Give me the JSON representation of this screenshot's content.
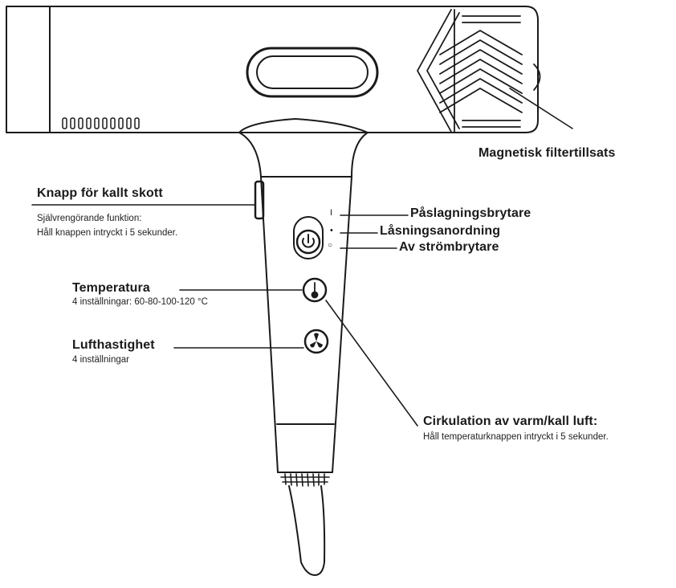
{
  "labels": {
    "filter": {
      "title": "Magnetisk filtertillsats"
    },
    "cold_shot": {
      "title": "Knapp för kallt skott",
      "desc1": "Självrengörande funktion:",
      "desc2": "Håll knappen intryckt i 5 sekunder."
    },
    "power_on": {
      "title": "Påslagningsbrytare"
    },
    "lock": {
      "title": "Låsningsanordning"
    },
    "power_off": {
      "title": "Av strömbrytare"
    },
    "temperature": {
      "title": "Temperatura",
      "desc": "4 inställningar: 60-80-100-120 °C"
    },
    "airspeed": {
      "title": "Lufthastighet",
      "desc": "4 inställningar"
    },
    "circulation": {
      "title": "Cirkulation av varm/kall luft:",
      "desc": "Håll temperaturknappen intryckt i 5 sekunder."
    }
  },
  "switch_marks": {
    "on": "I",
    "lock": "•",
    "off": "○"
  },
  "icons": [
    "power-icon",
    "thermometer-icon",
    "fan-icon",
    "magnetic-filter-icon"
  ],
  "colors": {
    "line": "#1a1a1a",
    "background": "#ffffff"
  }
}
